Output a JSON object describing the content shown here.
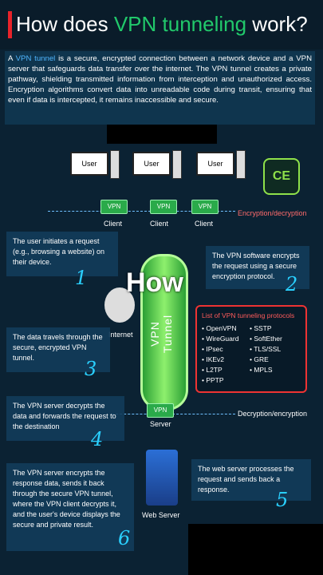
{
  "title": {
    "prefix": "How does ",
    "highlight": "VPN tunneling",
    "suffix": " work?"
  },
  "intro": {
    "lead": "A ",
    "term": "VPN tunnel",
    "text": " is a secure, encrypted connection between a network device and a VPN server that safeguards data transfer over the internet. The VPN tunnel creates a private pathway, shielding transmitted information from interception and unauthorized access. Encryption algorithms convert data into unreadable code during transit, ensuring that even if data is intercepted, it remains inaccessible and secure."
  },
  "diagram": {
    "user_label": "User",
    "vpn_label": "VPN",
    "client_label": "Client",
    "encryption_label": "Encryption/decryption",
    "decryption_label": "Decryption/encryption",
    "internet_label": "Internet",
    "tunnel_label": "VPN Tunnel",
    "server_label": "Server",
    "web_server_label": "Web Server",
    "overlay_text": "How",
    "logo_text": "CE"
  },
  "steps": [
    {
      "text": "The user initiates a request (e.g., browsing a website) on their device.",
      "num": "1"
    },
    {
      "text": "The VPN software encrypts the request using a secure encryption protocol.",
      "num": "2"
    },
    {
      "text": "The data travels through the secure, encrypted VPN tunnel.",
      "num": "3"
    },
    {
      "text": "The VPN server decrypts the data and forwards the request to the destination",
      "num": "4"
    },
    {
      "text": "The web server processes the request and sends back a response.",
      "num": "5"
    },
    {
      "text": "The VPN server encrypts the response data, sends it back through the secure VPN tunnel, where the VPN client decrypts it, and the user's device displays the secure and private result.",
      "num": "6"
    }
  ],
  "protocols": {
    "title": "List of VPN tunneling protocols",
    "col1": [
      "OpenVPN",
      "WireGuard",
      "IPsec",
      "IKEv2",
      "L2TP",
      "PPTP"
    ],
    "col2": [
      "SSTP",
      "SoftEther",
      "TLS/SSL",
      "GRE",
      "MPLS"
    ]
  }
}
